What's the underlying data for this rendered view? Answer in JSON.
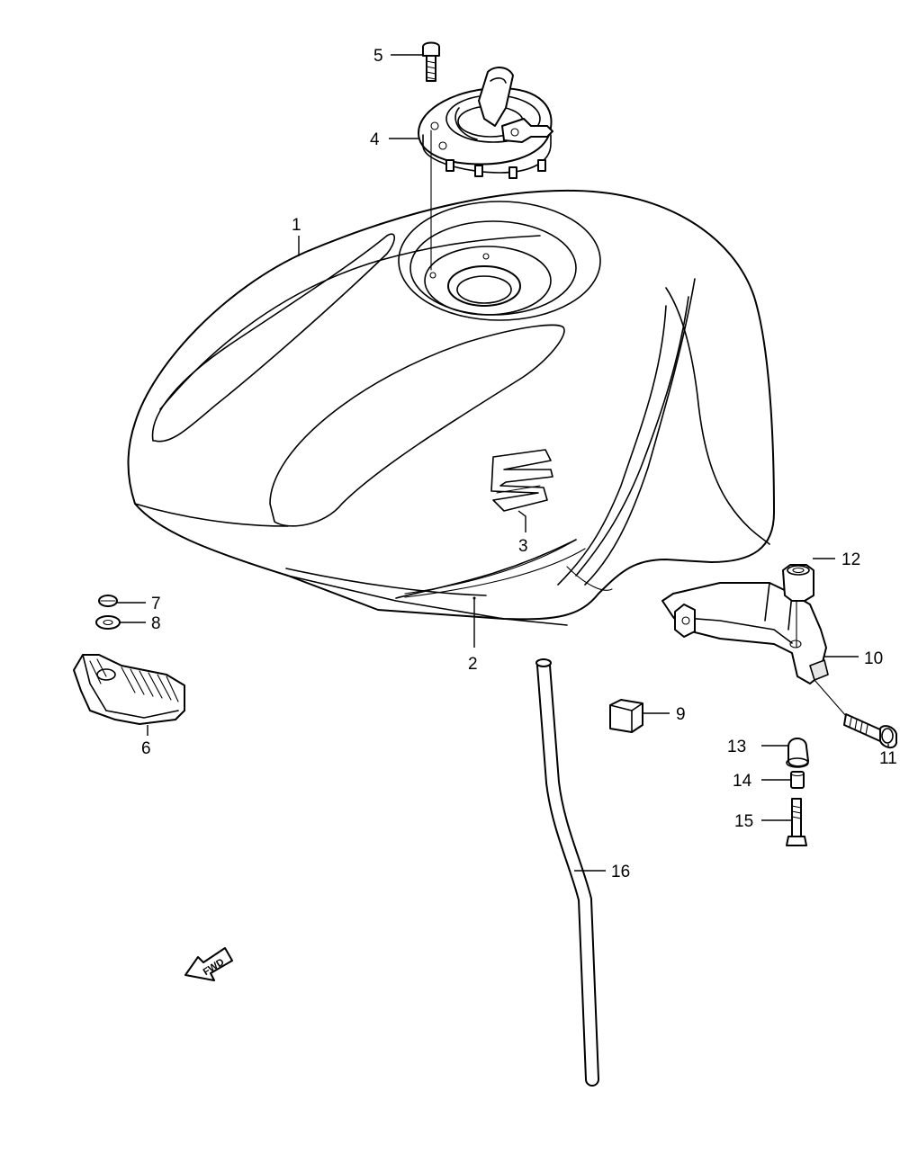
{
  "callouts": [
    "1",
    "2",
    "3",
    "4",
    "5",
    "6",
    "7",
    "8",
    "9",
    "10",
    "11",
    "12",
    "13",
    "14",
    "15",
    "16"
  ],
  "fwd_label": "FWD"
}
